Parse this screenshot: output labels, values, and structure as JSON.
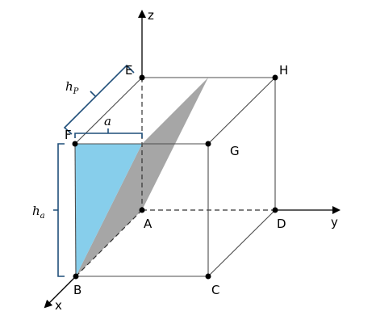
{
  "colors": {
    "edge": "#4d4d4d",
    "axis": "#000000",
    "prism_face": "#a6a6a6",
    "triangle": "#87ceeb",
    "brace": "#1f4e79"
  },
  "axes": {
    "x": "x",
    "y": "y",
    "z": "z"
  },
  "vertices": {
    "A": "A",
    "B": "B",
    "C": "C",
    "D": "D",
    "E": "E",
    "F": "F",
    "G": "G",
    "H": "H"
  },
  "dimensions": {
    "a": "a",
    "h_p_base": "h",
    "h_p_sub": "P",
    "h_a_base": "h",
    "h_a_sub": "a"
  }
}
